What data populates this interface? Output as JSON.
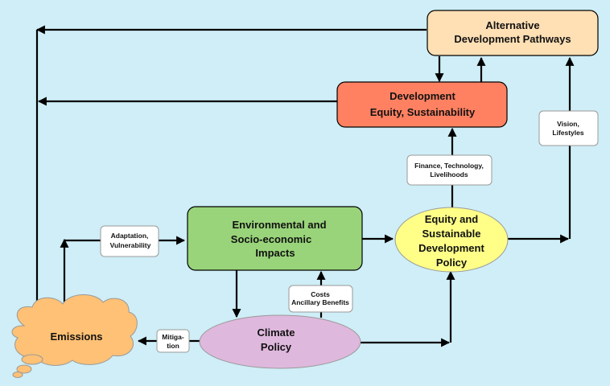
{
  "diagram": {
    "background_color": "#cfeef7",
    "nodes": {
      "alternative_pathways": {
        "lines": [
          "Alternative",
          "Development  Pathways"
        ],
        "color": "#ffdfb4"
      },
      "development": {
        "lines": [
          "Development",
          "Equity,  Sustainability"
        ],
        "color": "#ff8162"
      },
      "impacts": {
        "lines": [
          "Environmental  and",
          "Socio-economic",
          "Impacts"
        ],
        "color": "#99d47a"
      },
      "equity_policy": {
        "lines": [
          "Equity  and",
          "Sustainable",
          "Development",
          "Policy"
        ],
        "color": "#ffff88"
      },
      "climate_policy": {
        "lines": [
          "Climate",
          "Policy"
        ],
        "color": "#dfb8dd"
      },
      "emissions": {
        "lines": [
          "Emissions"
        ],
        "color": "#ffc175"
      }
    },
    "notes": {
      "vision": [
        "Vision,",
        "Lifestyles"
      ],
      "finance": [
        "Finance,  Technology,",
        "Livelihoods"
      ],
      "adaptation": [
        "Adaptation,",
        "Vulnerability"
      ],
      "costs": [
        "Costs",
        "Ancillary  Benefits"
      ],
      "mitigation": [
        "Mitiga-",
        "tion"
      ]
    }
  }
}
